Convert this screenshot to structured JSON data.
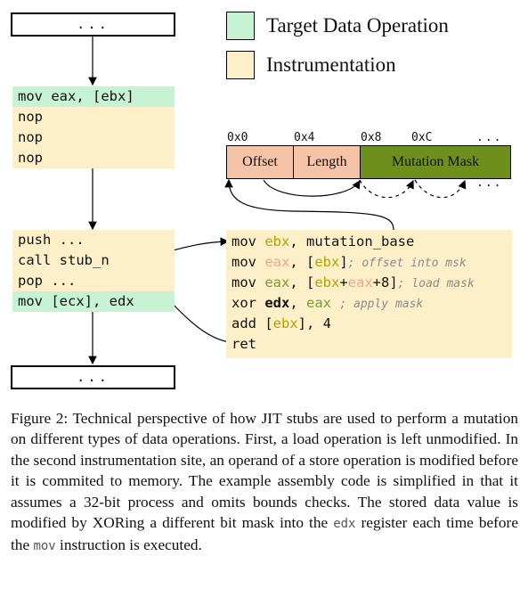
{
  "legend": [
    {
      "label": "Target Data Operation",
      "color": "#c5f3d3"
    },
    {
      "label": "Instrumentation",
      "color": "#fdf0c9"
    }
  ],
  "flow": {
    "top_ellipsis": "...",
    "bottom_ellipsis": "...",
    "site1": [
      "mov eax, [ebx]",
      "nop",
      "nop",
      "nop"
    ],
    "site2": [
      "push ...",
      "call stub_n",
      "pop ...",
      "mov [ecx], edx"
    ]
  },
  "memory": {
    "addresses": [
      "0x0",
      "0x4",
      "0x8",
      "0xC",
      "..."
    ],
    "fields": [
      "Offset",
      "Length",
      "Mutation Mask"
    ],
    "trailing_ellipsis": "...",
    "colors": {
      "offset": "#f5c3a8",
      "mask": "#6f8f1c"
    }
  },
  "stub": {
    "line1": {
      "op": "mov ",
      "r1": "ebx",
      "sep": ", ",
      "arg": "mutation_base"
    },
    "line2": {
      "op": "mov ",
      "r1": "eax",
      "sep": ", [",
      "r2": "ebx",
      "end": "]",
      "comment": "; offset into msk"
    },
    "line3": {
      "op": "mov ",
      "r1": "eax",
      "sep": ", [",
      "r2": "ebx",
      "plus": "+",
      "r3": "eax",
      "end": "+8]",
      "comment": "; load mask"
    },
    "line4": {
      "op": "xor ",
      "r1": "edx",
      "sep": ", ",
      "r2": "eax",
      "comment": "; apply mask"
    },
    "line5": {
      "op": "add [",
      "r1": "ebx",
      "end": "], 4"
    },
    "line6": {
      "op": "ret"
    }
  },
  "caption": {
    "p1": "Figure 2: Technical perspective of how JIT stubs are used to perform a mutation on different types of data operations. First, a load operation is left unmodified. In the second instrumentation site, an operand of a store operation is modified before it is commited to memory. The example assembly code is simplified in that it assumes a 32-bit process and omits bounds checks. The stored data value is modified by XORing a different bit mask into the ",
    "code1": "edx",
    "p2": " register each time before the ",
    "code2": "mov",
    "p3": " instruction is executed."
  }
}
